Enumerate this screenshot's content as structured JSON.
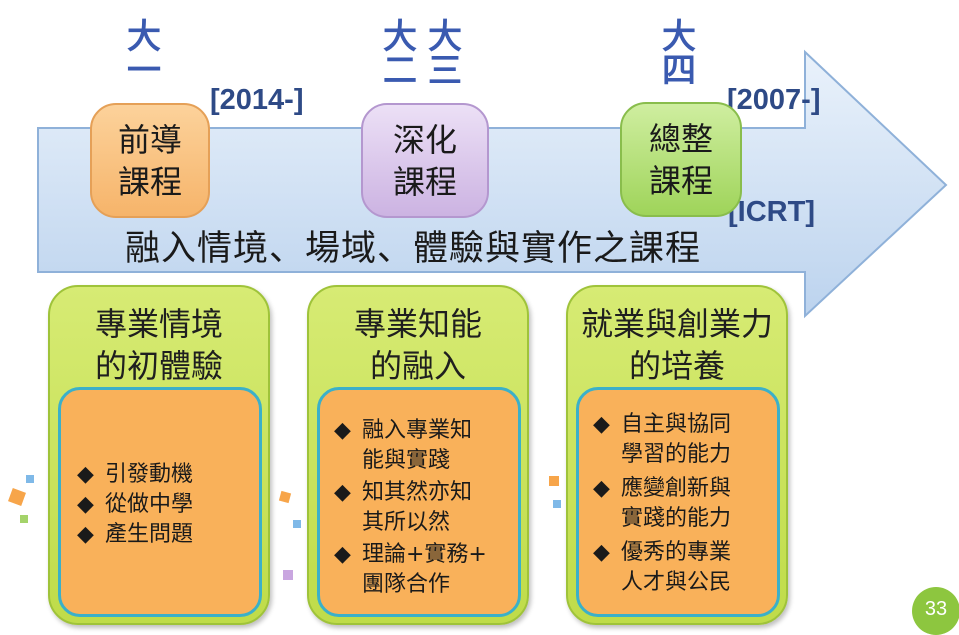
{
  "years": {
    "y1": [
      "大",
      "一"
    ],
    "y2": [
      "大",
      "二"
    ],
    "y3": [
      "大",
      "三"
    ],
    "y4": [
      "大",
      "四"
    ]
  },
  "tags": {
    "t1": "[2014-]",
    "t2": "[2007-]",
    "t3": "[ICRT]"
  },
  "courses": {
    "c1": [
      "前導",
      "課程"
    ],
    "c2": [
      "深化",
      "課程"
    ],
    "c3": [
      "總整",
      "課程"
    ]
  },
  "banner": "融入情境、場域、體驗與實作之課程",
  "cards": {
    "k1": {
      "title": [
        "專業情境",
        "的初體驗"
      ],
      "bullets": [
        "引發動機",
        "從做中學",
        "產生問題"
      ]
    },
    "k2": {
      "title": [
        "專業知能",
        "的融入"
      ],
      "bullets": [
        [
          "融入專業知",
          "能與實踐"
        ],
        [
          "知其然亦知",
          "其所以然"
        ],
        [
          "理論+實務+",
          "團隊合作"
        ]
      ]
    },
    "k3": {
      "title": [
        "就業與創業力",
        "的培養"
      ],
      "bullets": [
        [
          "自主與協同",
          "學習的能力"
        ],
        [
          "應變創新與",
          "實踐的能力"
        ],
        [
          "優秀的專業",
          "人才與公民"
        ]
      ]
    }
  },
  "bullet_symbol": "◆",
  "page_number": "33",
  "colors": {
    "arrow": "#cfe0f3",
    "card": "#c8e25a",
    "inner": "#f9b15a",
    "inner_border": "#3bb0c9",
    "course1": "#f9c07a",
    "course2": "#dcc9ec",
    "course3": "#b5e07c",
    "year": "#3a5ab0"
  }
}
